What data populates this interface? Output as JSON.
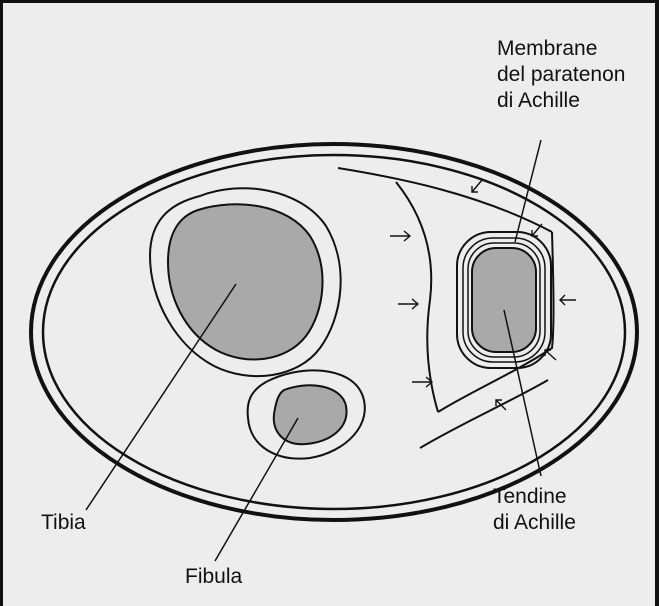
{
  "labels": {
    "membrane": [
      "Membrane",
      "del paratenon",
      "di Achille"
    ],
    "tendon": [
      "Tendine",
      "di Achille"
    ],
    "tibia": "Tibia",
    "fibula": "Fibula"
  },
  "colors": {
    "background": "#ededed",
    "bone": "#a9a9a9",
    "ink": "#111111"
  }
}
